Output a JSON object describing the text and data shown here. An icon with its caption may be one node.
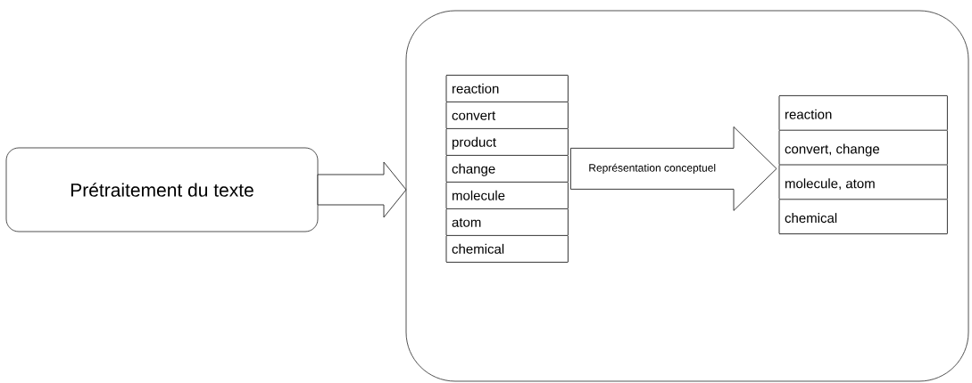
{
  "diagram": {
    "nodes": [
      {
        "text": [
          "Prétraitement du texte"
        ]
      },
      {
        "text": [],
        "shape": "box"
      },
      {
        "text": [
          "reaction",
          "convert",
          "product",
          "change",
          "molecule",
          "atom",
          "chemical"
        ],
        "in": 1
      },
      {
        "text": [
          "reaction",
          "convert, change",
          "molecule, atom",
          "chemical"
        ],
        "in": 1
      }
    ],
    "edges": [
      {
        "from": 0,
        "to": 1,
        "arrow": "to"
      },
      {
        "from": 2,
        "to": 3,
        "arrow": "to",
        "label": "Représentation conceptuel"
      }
    ]
  }
}
